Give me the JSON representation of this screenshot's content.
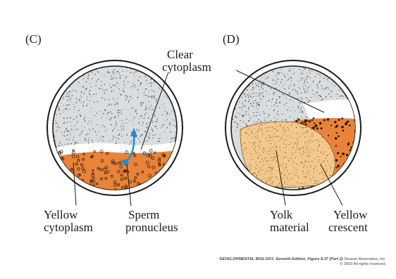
{
  "panel_c": {
    "letter": "(C)",
    "labels": {
      "clear_cytoplasm_line1": "Clear",
      "clear_cytoplasm_line2": "cytoplasm",
      "yellow_cytoplasm_line1": "Yellow",
      "yellow_cytoplasm_line2": "cytoplasm",
      "sperm_pronucleus_line1": "Sperm",
      "sperm_pronucleus_line2": "pronucleus"
    }
  },
  "panel_d": {
    "letter": "(D)",
    "labels": {
      "yolk_material_line1": "Yolk",
      "yolk_material_line2": "material",
      "yellow_crescent_line1": "Yellow",
      "yellow_crescent_line2": "crescent"
    }
  },
  "credit": {
    "line1_title": "DEVELOPMENTAL BIOLOGY, Seventh Edition, Figure 8.37 (Part 2)",
    "line1_rest": " Sinauer Associates, Inc.",
    "line2": "© 2003 All rights reserved."
  },
  "colors": {
    "orange": "#e8843a",
    "yolk": "#f3c98d",
    "stipple": "#222222",
    "arrow": "#1b8fd0"
  }
}
